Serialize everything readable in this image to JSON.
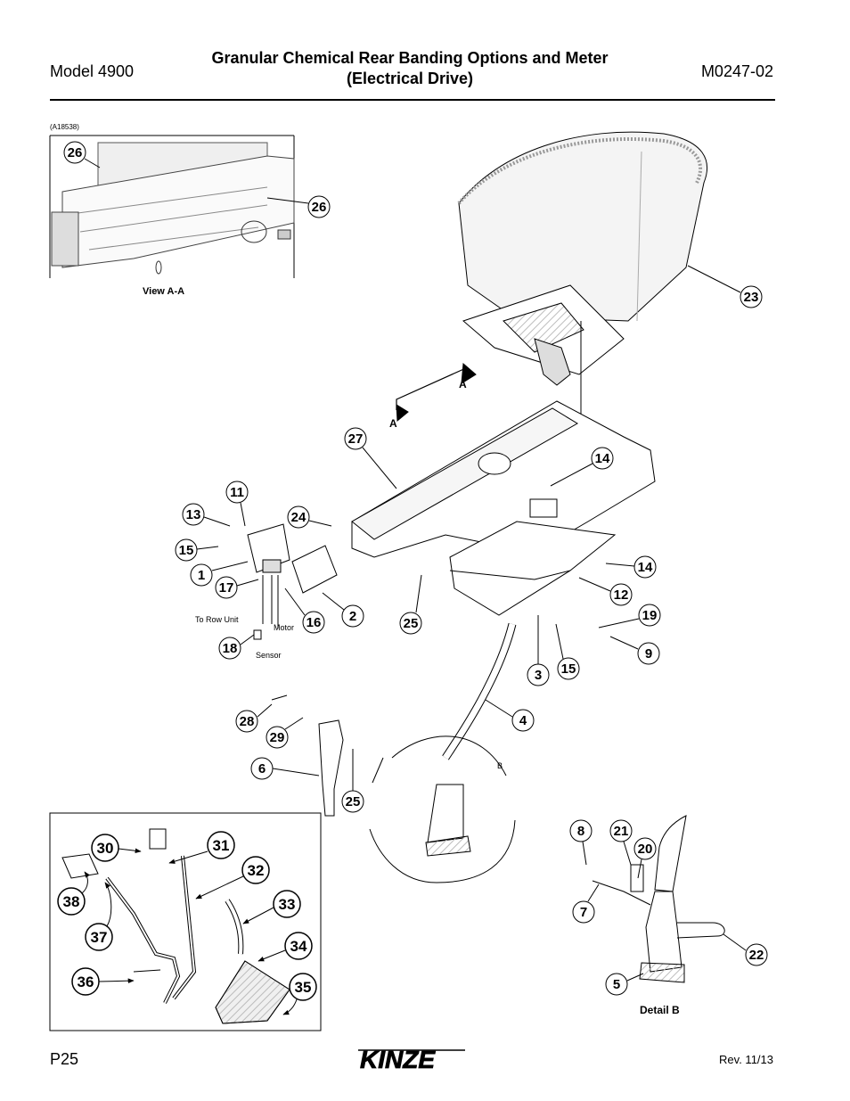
{
  "header": {
    "model": "Model 4900",
    "title_line1": "Granular Chemical Rear Banding Options and Meter",
    "title_line2": "(Electrical Drive)",
    "doc_number": "M0247-02"
  },
  "figure_id": "(A18538)",
  "views": {
    "view_aa": "View A-A",
    "detail_b": "Detail  B",
    "section_mark": "A",
    "detail_mark": "B"
  },
  "callouts": {
    "wire_to_row_unit": "To Row Unit",
    "wire_motor": "Motor",
    "wire_sensor": "Sensor"
  },
  "part_numbers": [
    "26",
    "26",
    "23",
    "27",
    "14",
    "11",
    "13",
    "24",
    "15",
    "1",
    "17",
    "14",
    "12",
    "16",
    "2",
    "25",
    "19",
    "18",
    "9",
    "3",
    "15",
    "4",
    "28",
    "29",
    "6",
    "25",
    "8",
    "21",
    "20",
    "7",
    "22",
    "5",
    "30",
    "31",
    "32",
    "33",
    "38",
    "34",
    "37",
    "35",
    "36"
  ],
  "footer": {
    "page": "P25",
    "revision": "Rev. 11/13",
    "brand": "KINZE"
  },
  "colors": {
    "ink": "#000000",
    "hopper_fill": "#f4f4f4",
    "hopper_edge": "#9a9a9a",
    "hatch": "#d9d9d9"
  }
}
